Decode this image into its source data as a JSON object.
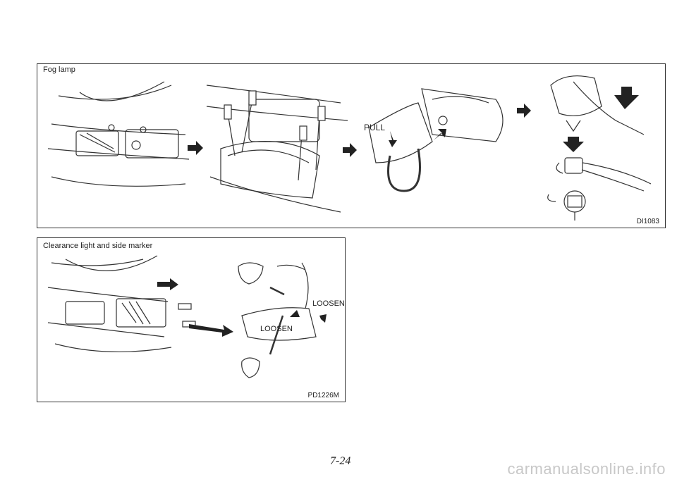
{
  "fog_lamp_panel": {
    "title": "Fog lamp",
    "figure_code": "DI1083",
    "labels": {
      "pull": "PULL"
    }
  },
  "clearance_panel": {
    "title": "Clearance light and side marker",
    "figure_code": "PD1226M",
    "labels": {
      "loosen_right": "LOOSEN",
      "loosen_center": "LOOSEN"
    }
  },
  "page_number": "7-24",
  "watermark": "carmanualsonline.info"
}
